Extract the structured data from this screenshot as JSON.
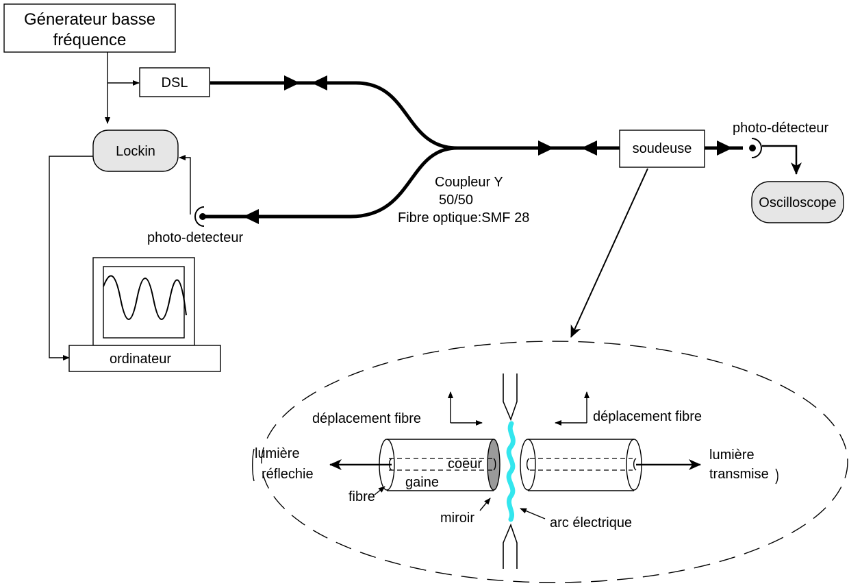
{
  "generator": {
    "line1": "Génerateur basse",
    "line2": "fréquence"
  },
  "dsl": "DSL",
  "lockin": "Lockin",
  "photodetector_left": "photo-detecteur",
  "ordinateur": "ordinateur",
  "coupler": {
    "line1": "Coupleur Y",
    "line2": "50/50",
    "line3": "Fibre optique:SMF 28"
  },
  "soudeuse": "soudeuse",
  "photodetector_right": "photo-détecteur",
  "oscilloscope": "Oscilloscope",
  "detail": {
    "displacement_left": "déplacement fibre",
    "displacement_right": "déplacement fibre",
    "reflected_light": {
      "line1": "lumière",
      "line2": "réflechie"
    },
    "transmitted_light": {
      "line1": "lumière",
      "line2": "transmise"
    },
    "core": "coeur",
    "cladding": "gaine",
    "fiber": "fibre",
    "mirror": "miroir",
    "arc": "arc électrique",
    "arc_color": "#33e6ee",
    "mirror_color": "#9a9a9a"
  }
}
